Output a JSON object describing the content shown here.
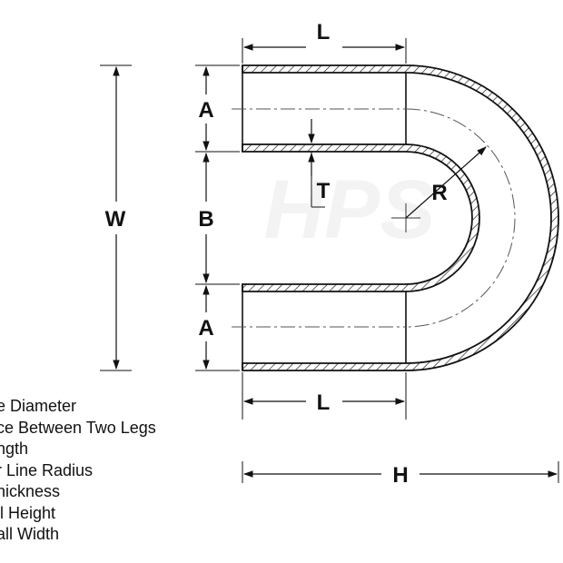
{
  "diagram": {
    "labels": {
      "length_top": "L",
      "length_bottom": "L",
      "diameter_top": "A",
      "diameter_bottom": "A",
      "between_legs": "B",
      "wall_thickness": "T",
      "radius": "R",
      "overall_width": "W",
      "overall_height": "H"
    },
    "watermark": "HPS",
    "colors": {
      "line": "#111111",
      "watermark": "#f3f3f3"
    }
  },
  "legend": {
    "items": [
      "e Diameter",
      "ce Between Two Legs",
      "ngth",
      "r Line Radius",
      "hickness",
      "ll Height",
      "all Width"
    ]
  }
}
